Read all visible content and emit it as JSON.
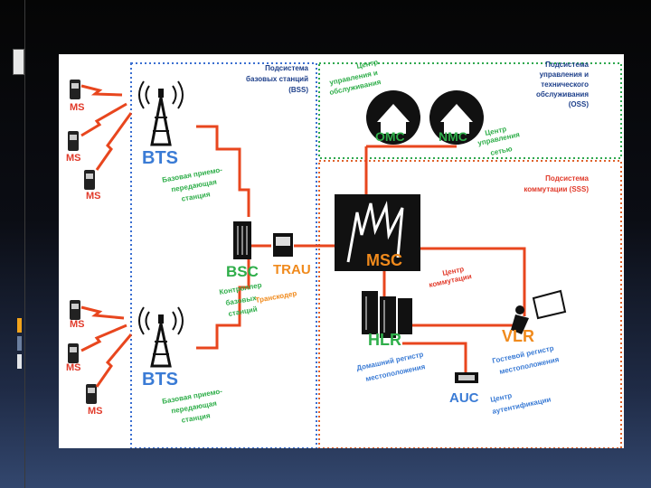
{
  "colors": {
    "bss_border": "#3b6fd1",
    "oss_border": "#2fa84f",
    "sss_border": "#e0622b",
    "link": "#e8461e",
    "green_label": "#2fae4a",
    "blue_label": "#3a7bd5",
    "orange_label": "#f08a1c",
    "red_label": "#e13a2a",
    "slide_dark": "#050505",
    "slide_blue": "#33476e"
  },
  "side_markers": [
    "#f2a31b",
    "#6b7f9f",
    "#e3e6ea"
  ],
  "bss": {
    "title": [
      "Подсистема",
      "базовых станций",
      "(BSS)"
    ],
    "bts_label": "BTS",
    "bts_caption": [
      "Базовая приемо-",
      "передающая",
      "станция"
    ],
    "bsc_label": "BSC",
    "bsc_caption": [
      "Контроллер",
      "базовых",
      "станций"
    ],
    "trau_label": "TRAU",
    "trau_caption": "Транскодер",
    "ms_label": "MS"
  },
  "oss": {
    "title": [
      "Подсистема",
      "управления и",
      "технического",
      "обслуживания",
      "(OSS)"
    ],
    "omc_label": "OMC",
    "omc_caption": [
      "Центр",
      "управления и",
      "обслуживания"
    ],
    "nmc_label": "NMC",
    "nmc_caption": [
      "Центр",
      "управления",
      "сетью"
    ]
  },
  "sss": {
    "title": [
      "Подсистема",
      "коммутации (SSS)"
    ],
    "msc_label": "MSC",
    "msc_caption": [
      "Центр",
      "коммутации"
    ],
    "hlr_label": "HLR",
    "hlr_caption": [
      "Домашний регистр",
      "местоположения"
    ],
    "vlr_label": "VLR",
    "vlr_caption": [
      "Гостевой регистр",
      "местоположения"
    ],
    "auc_label": "AUC",
    "auc_caption": [
      "Центр",
      "аутентификации"
    ]
  }
}
